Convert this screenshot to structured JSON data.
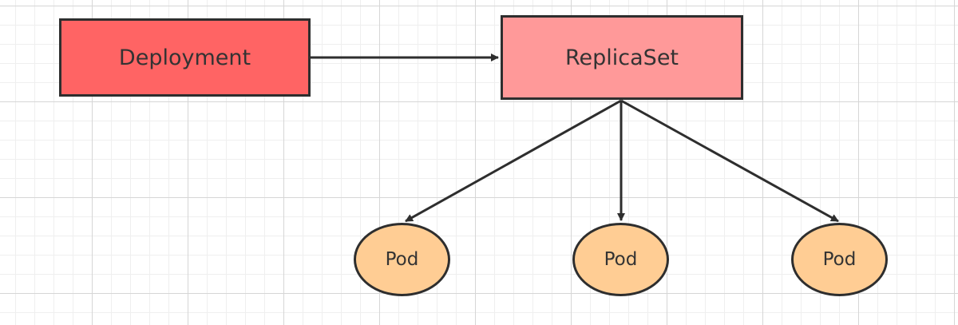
{
  "colors": {
    "deployment_fill": "#ff6464",
    "replicaset_fill": "#ff9999",
    "pod_fill": "#ffcd94",
    "stroke": "#2e2e2e",
    "text": "#333333"
  },
  "nodes": {
    "deployment": {
      "label": "Deployment"
    },
    "replicaset": {
      "label": "ReplicaSet"
    },
    "pods": [
      {
        "label": "Pod"
      },
      {
        "label": "Pod"
      },
      {
        "label": "Pod"
      }
    ]
  },
  "edges": [
    {
      "from": "deployment",
      "to": "replicaset"
    },
    {
      "from": "replicaset",
      "to": "pod-1"
    },
    {
      "from": "replicaset",
      "to": "pod-2"
    },
    {
      "from": "replicaset",
      "to": "pod-3"
    }
  ]
}
